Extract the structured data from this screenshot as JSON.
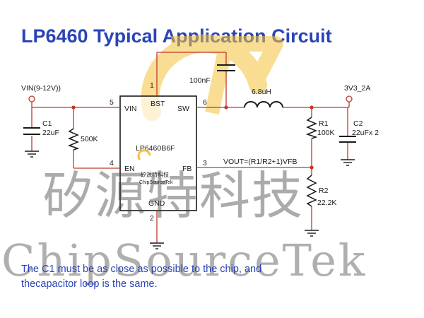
{
  "title": "LP6460 Typical Application Circuit",
  "ic": {
    "part_number": "LP6460B6F",
    "logo_text": "矽源特科技",
    "logo_subtext": "ChipSourceTek",
    "pins": {
      "vin": {
        "label": "VIN",
        "number": "5"
      },
      "bst": {
        "label": "BST",
        "number": "1"
      },
      "sw": {
        "label": "SW",
        "number": "6"
      },
      "en": {
        "label": "EN",
        "number": "4"
      },
      "fb": {
        "label": "FB",
        "number": "3"
      },
      "gnd": {
        "label": "GND",
        "number": "2"
      }
    }
  },
  "components": {
    "input_label": "VIN(9-12V))",
    "c1_name": "C1",
    "c1_value": "22uF",
    "r_en_value": "500K",
    "cbst_value": "100nF",
    "inductor_value": "6.8uH",
    "output_label": "3V3_2A",
    "r1_name": "R1",
    "r1_value": "100K",
    "r2_name": "R2",
    "r2_value": "22.2K",
    "c2_name": "C2",
    "c2_value": "22uFx 2",
    "formula": "VOUT=(R1/R2+1)VFB"
  },
  "watermark": {
    "chinese": "矽源特科技",
    "english": "ChipSourceTek"
  },
  "note": {
    "line1": "The C1 must be as close as possible to the chip, and",
    "line2": "thecapacitor loop is the same."
  },
  "colors": {
    "title": "#2a44b8",
    "wire": "#c0392b",
    "component": "#1a1a1a",
    "logo": "#f4c33c",
    "note": "#2a44b8"
  }
}
